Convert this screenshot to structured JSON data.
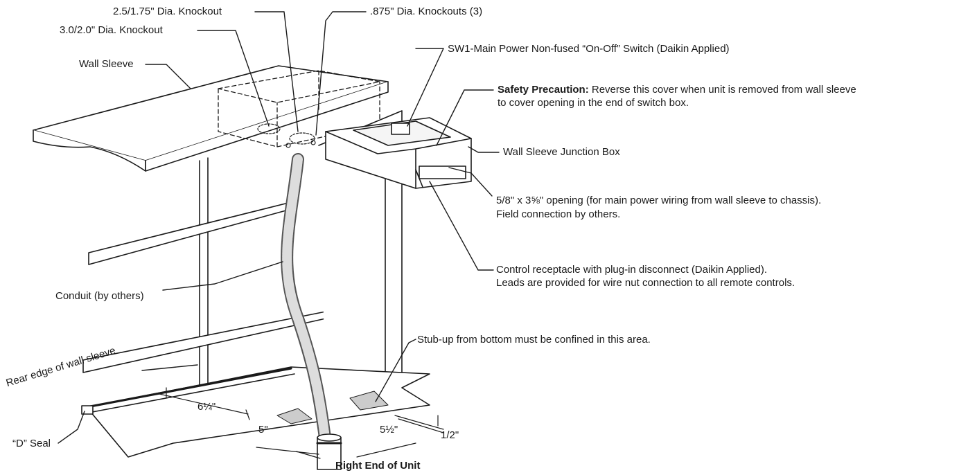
{
  "caption": "Right End of Unit",
  "callouts": {
    "knockout_25": "2.5/1.75\" Dia. Knockout",
    "knockout_875": ".875\" Dia. Knockouts (3)",
    "knockout_30": "3.0/2.0\" Dia. Knockout",
    "wall_sleeve": "Wall Sleeve",
    "sw1": "SW1-Main Power Non-fused “On-Off” Switch (Daikin Applied)",
    "safety_bold": "Safety Precaution:",
    "safety_line1": " Reverse this cover when unit is removed from wall sleeve",
    "safety_line2": "to cover opening in the end of switch box.",
    "junction_box": "Wall Sleeve Junction Box",
    "opening_line1": "5/8\" x 3⅝\" opening (for main power wiring from wall sleeve to chassis).",
    "opening_line2": "Field connection by others.",
    "control_line1": "Control receptacle with plug-in disconnect (Daikin Applied).",
    "control_line2": "Leads are provided for wire nut connection to all remote controls.",
    "conduit": "Conduit (by others)",
    "stub_up": "Stub-up from bottom must be confined in this area.",
    "rear_edge": "Rear edge of wall sleeve",
    "d_seal": "“D” Seal"
  },
  "dimensions": {
    "d_6_25": "6¼\"",
    "d_5": "5\"",
    "d_5_5": "5½\"",
    "d_0_5": "1/2\""
  }
}
